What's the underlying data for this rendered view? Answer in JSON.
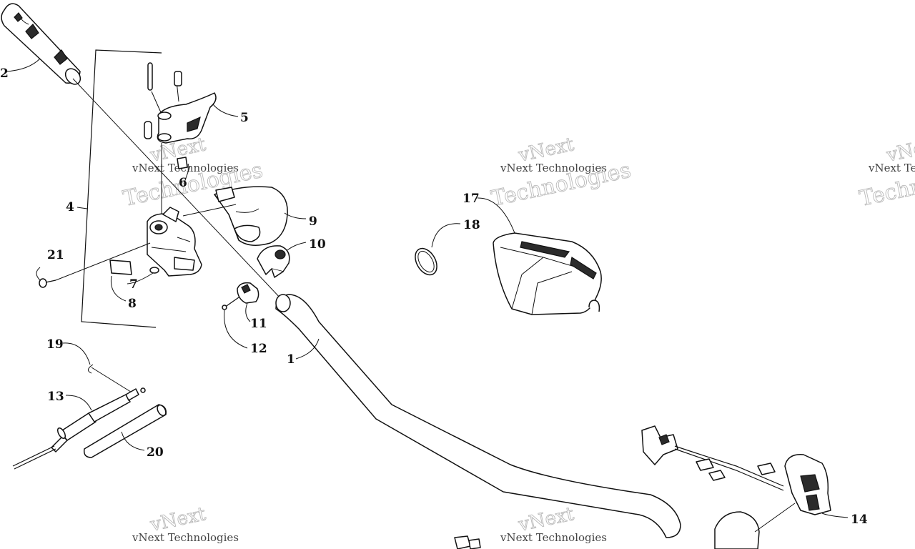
{
  "diagram": {
    "callouts": [
      {
        "id": "c1",
        "label": "1"
      },
      {
        "id": "c2",
        "label": "2"
      },
      {
        "id": "c4",
        "label": "4"
      },
      {
        "id": "c5",
        "label": "5"
      },
      {
        "id": "c6",
        "label": "6"
      },
      {
        "id": "c7",
        "label": "7"
      },
      {
        "id": "c8",
        "label": "8"
      },
      {
        "id": "c9",
        "label": "9"
      },
      {
        "id": "c10",
        "label": "10"
      },
      {
        "id": "c11",
        "label": "11"
      },
      {
        "id": "c12",
        "label": "12"
      },
      {
        "id": "c13",
        "label": "13"
      },
      {
        "id": "c14",
        "label": "14"
      },
      {
        "id": "c17",
        "label": "17"
      },
      {
        "id": "c18",
        "label": "18"
      },
      {
        "id": "c19",
        "label": "19"
      },
      {
        "id": "c20",
        "label": "20"
      },
      {
        "id": "c21",
        "label": "21"
      }
    ],
    "watermark": {
      "brand": "vNext",
      "company": "vNext Technologies",
      "word": "Technologies"
    }
  }
}
